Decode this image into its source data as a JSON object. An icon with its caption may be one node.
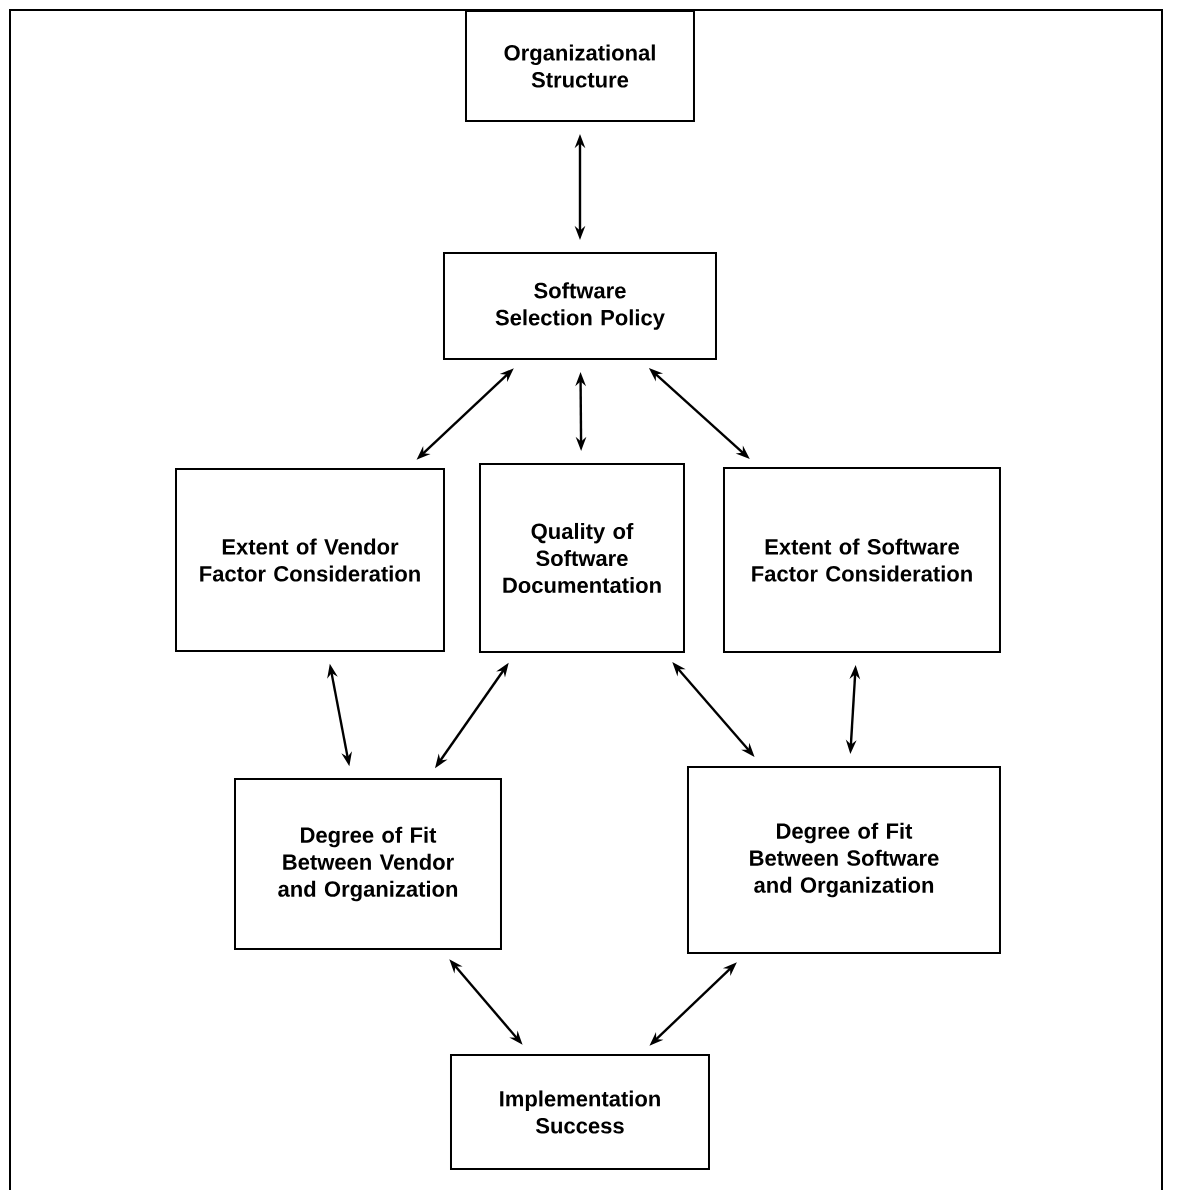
{
  "diagram": {
    "nodes": [
      {
        "text": [
          "Organizational Structure"
        ]
      },
      {
        "text": [
          "Software Selection Policy"
        ]
      },
      {
        "text": [
          "Extent of Vendor Factor Consideration"
        ]
      },
      {
        "text": [
          "Quality of Software Documentation"
        ]
      },
      {
        "text": [
          "Extent of Software Factor Consideration"
        ]
      },
      {
        "text": [
          "Degree of Fit Between Vendor and Organization"
        ]
      },
      {
        "text": [
          "Degree of Fit Between Software and Organization"
        ]
      },
      {
        "text": [
          "Implementation Success"
        ]
      }
    ],
    "edges": [
      {
        "from": 0,
        "to": 1,
        "arrow": "both"
      },
      {
        "from": 1,
        "to": 2,
        "arrow": "both"
      },
      {
        "from": 1,
        "to": 3,
        "arrow": "both"
      },
      {
        "from": 1,
        "to": 4,
        "arrow": "both"
      },
      {
        "from": 2,
        "to": 5,
        "arrow": "both"
      },
      {
        "from": 3,
        "to": 5,
        "arrow": "both"
      },
      {
        "from": 3,
        "to": 6,
        "arrow": "both"
      },
      {
        "from": 4,
        "to": 6,
        "arrow": "both"
      },
      {
        "from": 5,
        "to": 7,
        "arrow": "both"
      },
      {
        "from": 6,
        "to": 7,
        "arrow": "both"
      }
    ]
  }
}
